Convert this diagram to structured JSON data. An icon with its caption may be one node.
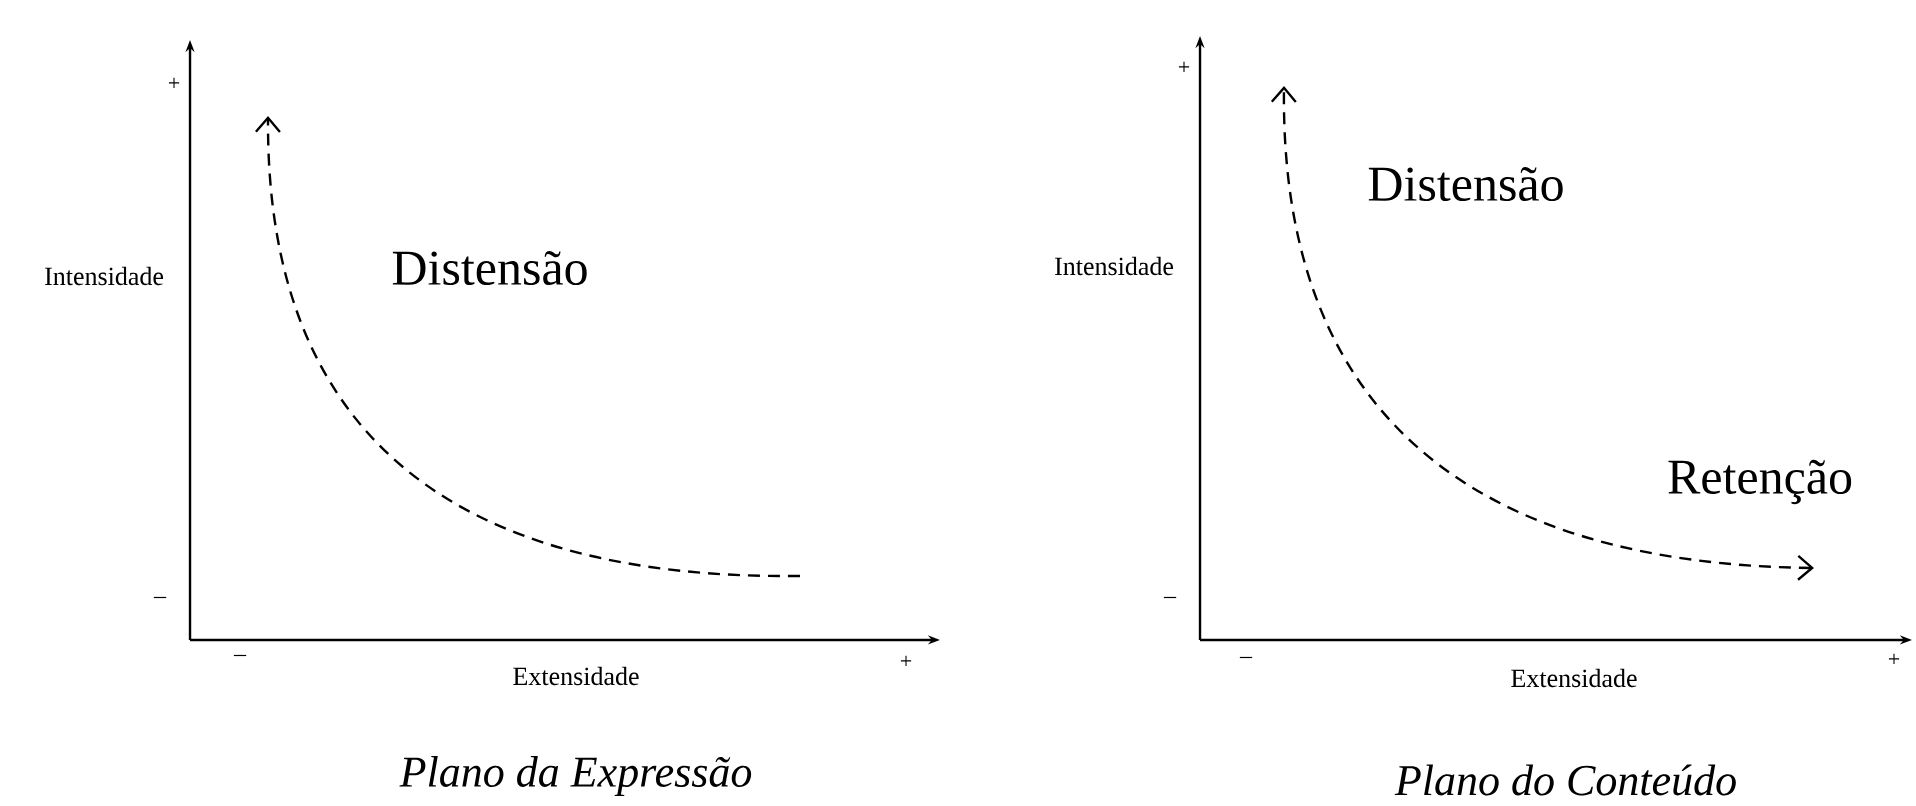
{
  "diagram": {
    "labels": [
      "+",
      "Intensidade",
      "Distensão",
      "–",
      "–",
      "Extensidade",
      "+",
      "*Plano da Expressão*",
      "+",
      "Intensidade",
      "Distensão",
      "Retenção",
      "–",
      "–",
      "Extensidade",
      "+",
      "*Plano do Conteúdo*"
    ]
  }
}
